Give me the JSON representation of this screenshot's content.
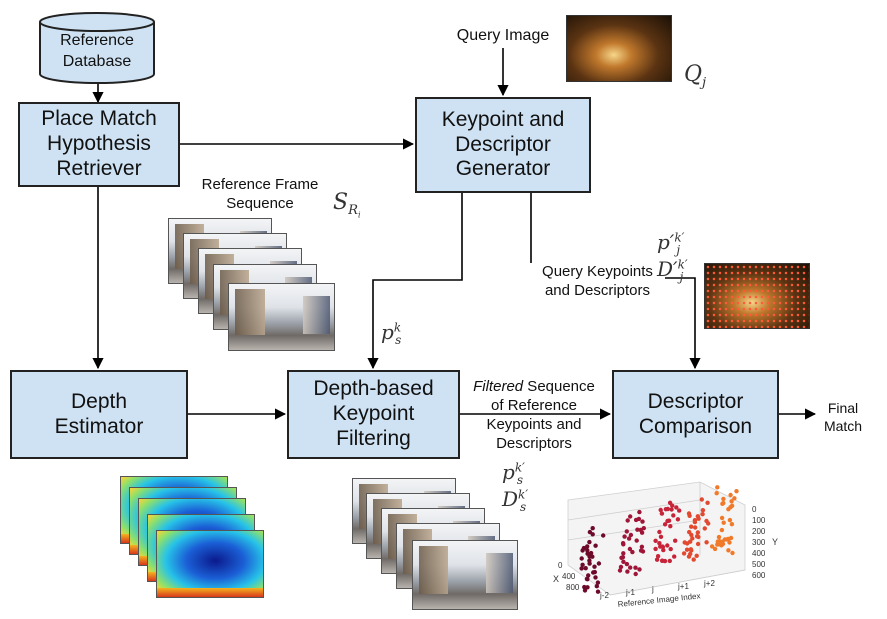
{
  "boxes": {
    "reference_database": "Reference\nDatabase",
    "place_match": "Place Match\nHypothesis\nRetriever",
    "keypoint_generator": "Keypoint and\nDescriptor\nGenerator",
    "depth_estimator": "Depth\nEstimator",
    "depth_filtering": "Depth-based\nKeypoint\nFiltering",
    "descriptor_comparison": "Descriptor\nComparison"
  },
  "labels": {
    "query_image": "Query Image",
    "reference_frame_sequence": "Reference Frame\nSequence",
    "query_keypoints": "Query Keypoints\nand Descriptors",
    "filtered_word": "Filtered",
    "filtered_rest": " Sequence",
    "filtered_lines": "of Reference\nKeypoints and\nDescriptors",
    "final_match": "Final\nMatch"
  },
  "math": {
    "q_main": "Q",
    "q_sub": "j",
    "s_main": "S",
    "s_sub": "R",
    "s_subsub": "i",
    "p_main": "p",
    "p_sup": "k",
    "p_sub": "s",
    "pd_p": "p′",
    "pd_p_sup": "k′",
    "pd_p_sub": "j",
    "pd_d": "D′",
    "pd_d_sup": "k′",
    "pd_d_sub": "j",
    "ps_p": "p",
    "ps_p_sup": "k′",
    "ps_p_sub": "s",
    "ps_d": "D",
    "ps_d_sup": "k′",
    "ps_d_sub": "s"
  },
  "plot3d": {
    "x_axis_label": "X",
    "y_axis_label": "Y",
    "reference_axis_label": "Reference Image Index",
    "reference_ticks": [
      "j-2",
      "j-1",
      "j",
      "j+1",
      "j+2"
    ],
    "y_ticks": [
      "0",
      "100",
      "200",
      "300",
      "400",
      "500",
      "600"
    ],
    "x_ticks": [
      "0",
      "400",
      "800"
    ]
  },
  "colors": {
    "box_fill": "#cfe2f3",
    "border": "#222222",
    "scatter_colors": [
      "#6d0a2a",
      "#9e1537",
      "#c7243a",
      "#e2492f",
      "#f07a2a"
    ]
  }
}
